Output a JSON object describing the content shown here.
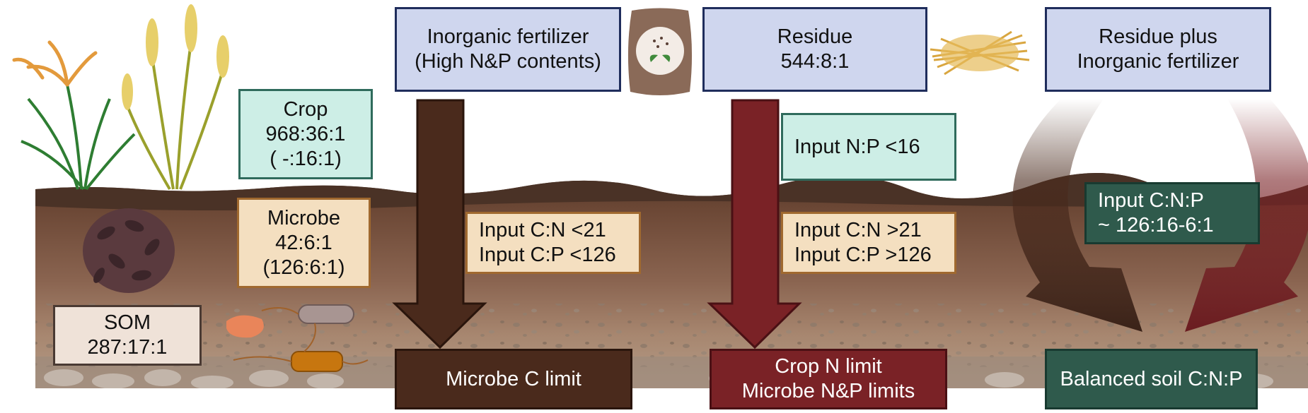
{
  "inputs": {
    "inorganic": {
      "line1": "Inorganic fertilizer",
      "line2": "(High N&P contents)"
    },
    "residue": {
      "line1": "Residue",
      "line2": "544:8:1"
    },
    "residue_plus": {
      "line1": "Residue plus",
      "line2": "Inorganic fertilizer"
    }
  },
  "pools": {
    "crop": {
      "line1": "Crop",
      "line2": "968:36:1",
      "line3": "( -:16:1)"
    },
    "microbe": {
      "line1": "Microbe",
      "line2": "42:6:1",
      "line3": "(126:6:1)"
    },
    "som": {
      "line1": "SOM",
      "line2": "287:17:1"
    }
  },
  "conditions": {
    "low_ratio": {
      "line1": "Input C:N <21",
      "line2": "Input C:P <126"
    },
    "np": {
      "line1": "Input N:P <16"
    },
    "high_ratio": {
      "line1": "Input C:N >21",
      "line2": "Input C:P >126"
    },
    "balanced": {
      "line1": "Input C:N:P",
      "line2": "~ 126:16-6:1"
    }
  },
  "outcomes": {
    "microbe_c": {
      "line1": "Microbe C limit"
    },
    "crop_n": {
      "line1": "Crop N limit",
      "line2": "Microbe N&P limits"
    },
    "balanced": {
      "line1": "Balanced soil C:N:P"
    }
  },
  "colors": {
    "arrow_brown": "#4a2a1c",
    "arrow_red": "#7a2226",
    "soil_top": "#4a3226",
    "soil_mid": "#7a5340",
    "soil_low": "#a7866f"
  },
  "icons": [
    "rice-plant-icon",
    "wheat-plant-icon",
    "fertilizer-bag-icon",
    "straw-residue-icon",
    "som-aggregate-icon",
    "bacteria-icon",
    "fungi-icon"
  ]
}
